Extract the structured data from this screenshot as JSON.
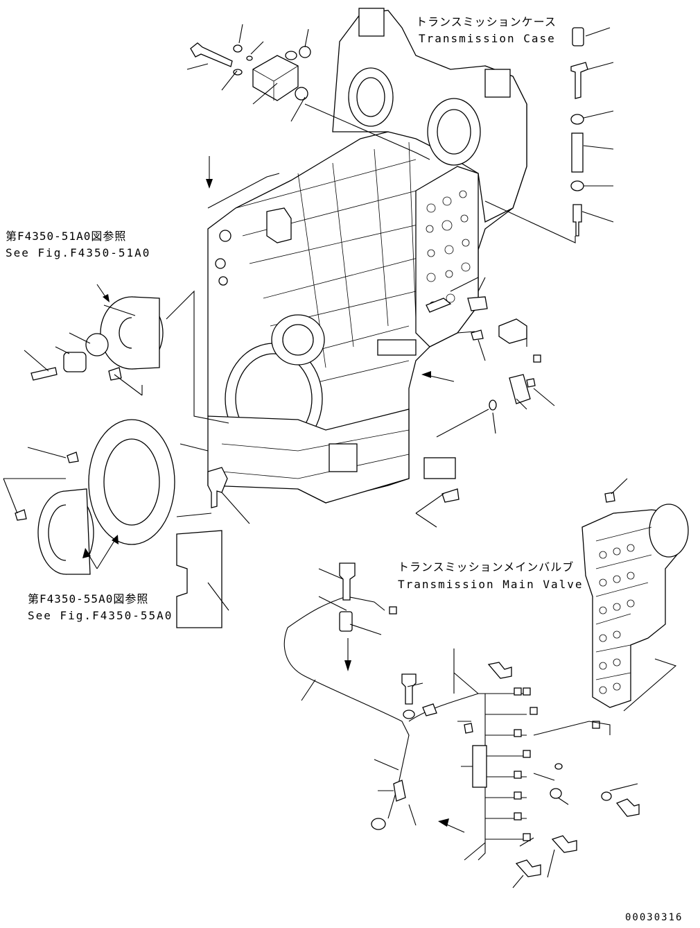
{
  "labels": {
    "transmission_case": {
      "jp": "トランスミッションケース",
      "en": "Transmission Case"
    },
    "main_valve": {
      "jp": "トランスミッションメインバルブ",
      "en": "Transmission Main Valve"
    },
    "ref_51a0": {
      "jp": "第F4350-51A0図参照",
      "en": "See Fig.F4350-51A0"
    },
    "ref_55a0": {
      "jp": "第F4350-55A0図参照",
      "en": "See Fig.F4350-55A0"
    }
  },
  "drawing_number": "00030316",
  "colors": {
    "line": "#000000",
    "background": "#ffffff"
  }
}
